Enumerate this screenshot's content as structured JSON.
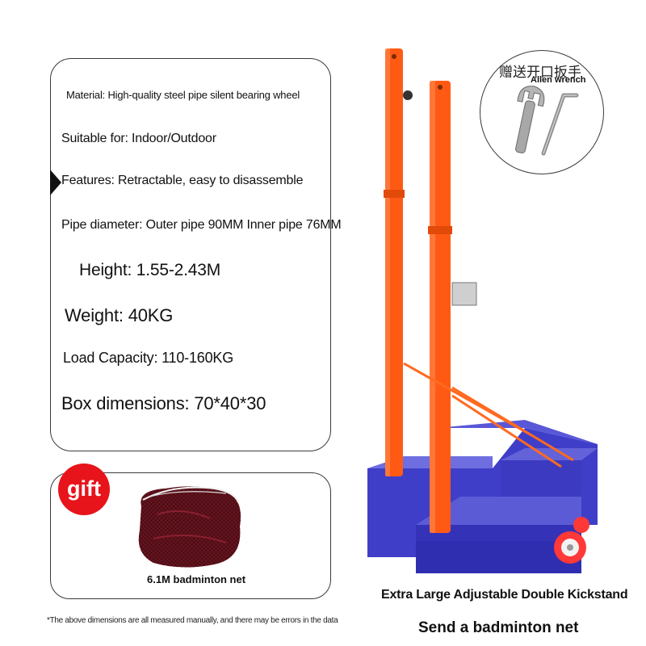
{
  "specs": {
    "material": "Material: High-quality steel pipe silent bearing wheel",
    "suitable_for": "Suitable for: Indoor/Outdoor",
    "features": "Features: Retractable, easy to disassemble",
    "pipe_diameter": "Pipe diameter: Outer pipe 90MM Inner pipe 76MM",
    "height": "Height: 1.55-2.43M",
    "weight": "Weight: 40KG",
    "load_capacity": "Load Capacity: 110-160KG",
    "box_dimensions": "Box dimensions: 70*40*30"
  },
  "gift": {
    "badge": "gift",
    "item_label": "6.1M badminton net"
  },
  "tools": {
    "label_cn": "赠送开口扳手",
    "label_en": "Allen wrench"
  },
  "product": {
    "title": "Extra Large Adjustable Double Kickstand",
    "promo": "Send a badminton net"
  },
  "disclaimer": "*The above dimensions are all measured manually, and there may be errors in the data",
  "colors": {
    "pole": "#ff5a14",
    "base": "#3433b8",
    "gift_badge": "#e8141b",
    "net": "#6a1420"
  }
}
